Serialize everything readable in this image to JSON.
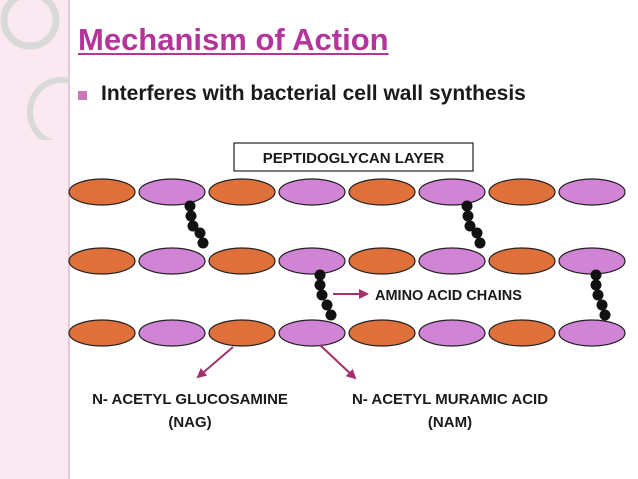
{
  "slide": {
    "title": "Mechanism of Action",
    "bullet": "Interferes with bacterial cell wall synthesis"
  },
  "diagram": {
    "layer_label": "PEPTIDOGLYCAN LAYER",
    "amino_acid_label": "AMINO ACID CHAINS",
    "nag_label_line1": "N- ACETYL GLUCOSAMINE",
    "nag_label_line2": "(NAG)",
    "nam_label_line1": "N- ACETYL MURAMIC ACID",
    "nam_label_line2": "(NAM)"
  },
  "colors": {
    "title": "#b3359b",
    "nag": "#e0703a",
    "nam": "#d183d6",
    "arrow": "#a4306e",
    "panel": "#fbe9f1"
  }
}
